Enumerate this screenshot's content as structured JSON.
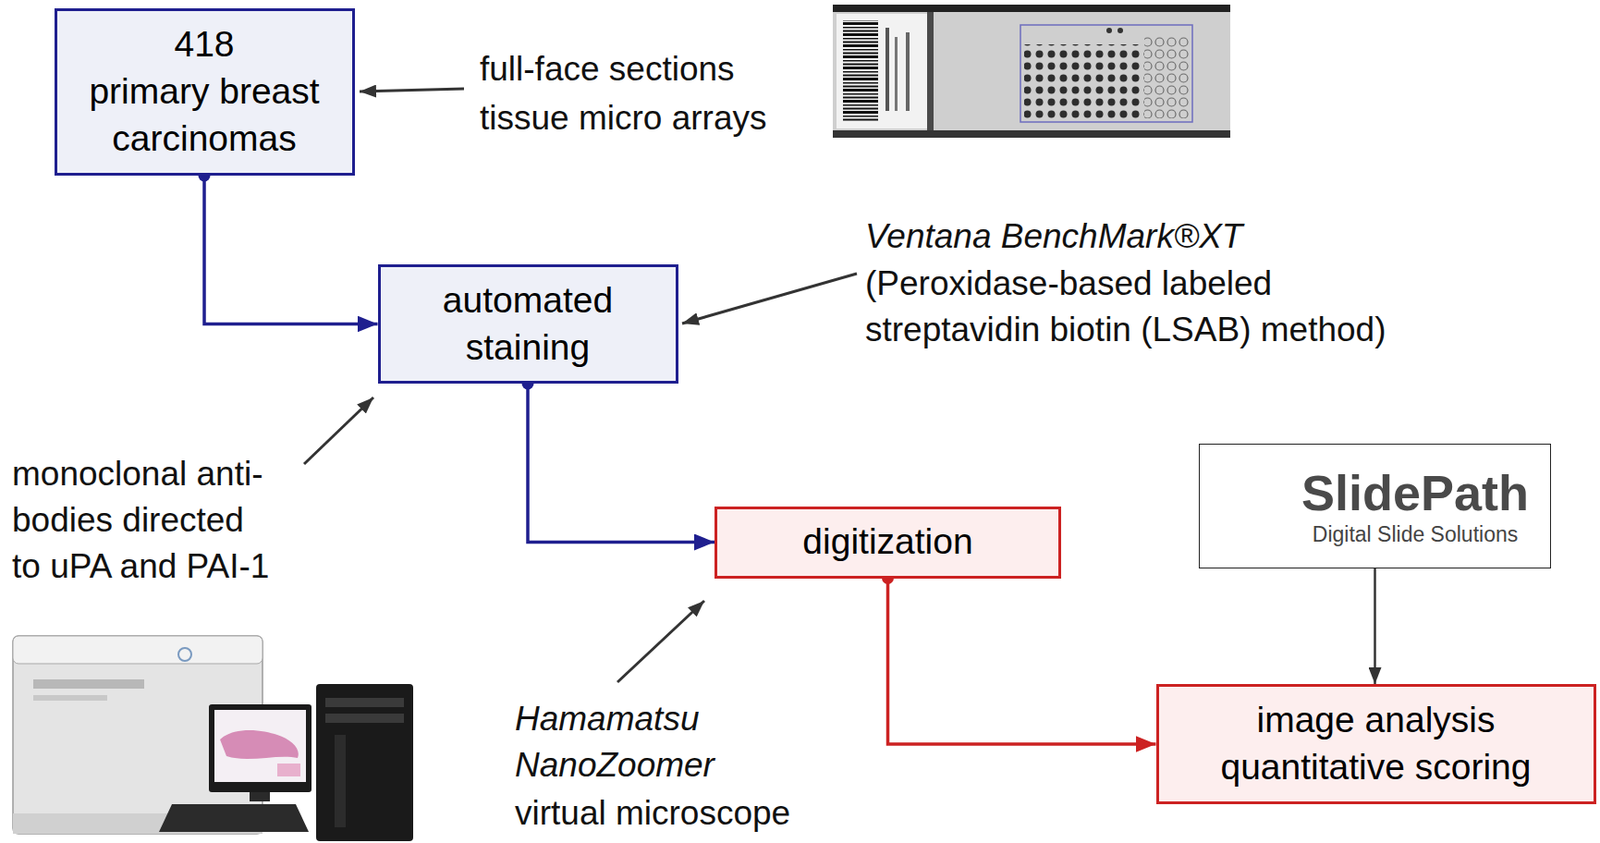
{
  "diagram": {
    "nodes": [
      {
        "text": [
          "418",
          "primary breast carcinomas"
        ]
      },
      {
        "text": [
          "automated staining"
        ]
      },
      {
        "text": [
          "digitization"
        ]
      },
      {
        "text": [
          "image analysis quantitative scoring"
        ]
      },
      {
        "text": [
          "SlidePath",
          "Digital Slide Solutions"
        ]
      }
    ],
    "edges": [
      {
        "from": 0,
        "to": 1,
        "arrow": "to"
      },
      {
        "from": 1,
        "to": 2,
        "arrow": "to"
      },
      {
        "from": 2,
        "to": 3,
        "arrow": "to"
      },
      {
        "from": 4,
        "to": 3,
        "arrow": "to"
      }
    ],
    "labels": [
      "full-face sections",
      "tissue micro arrays",
      "Ventana BenchMark®XT",
      "(Peroxidase-based labeled streptavidin biotin (LSAB) method)",
      "monoclonal anti- bodies directed to uPA and PAI-1",
      "Hamamatsu NanoZoomer",
      "virtual microscope"
    ]
  }
}
